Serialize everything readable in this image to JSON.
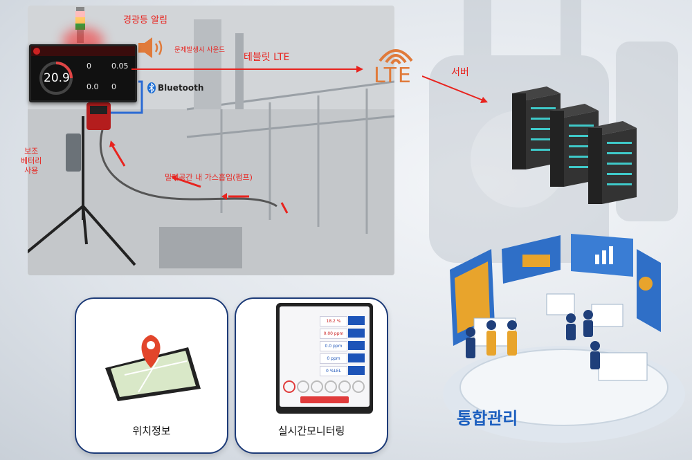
{
  "labels": {
    "tower_light": "경광등 알림",
    "sound": "문제발생시 사운드",
    "lte_link": "테블릿 LTE",
    "lte_logo": "LTE",
    "server": "서버",
    "bluetooth": "Bluetooth",
    "aux_battery": "보조\n베터리\n사용",
    "gas_intake": "밀폐공간 내 가스흡입(펌프)",
    "location": "위치정보",
    "monitoring": "실시간모니터링",
    "integrated": "통합관리"
  },
  "monitor": {
    "main_value": "20.9",
    "values": [
      "0",
      "0.05",
      "0.0",
      "0"
    ]
  },
  "tablet": {
    "rows": [
      {
        "value": "18.2 %"
      },
      {
        "value": "0.00 ppm"
      },
      {
        "value": "0.0 ppm"
      },
      {
        "value": "0 ppm"
      },
      {
        "value": "0 %LEL"
      }
    ]
  },
  "colors": {
    "accent_red": "#e8231e",
    "lte_orange": "#e07a3a",
    "card_border": "#1d3b78",
    "integrated_blue": "#1c5fbf",
    "server_teal": "#3fc9c9"
  }
}
